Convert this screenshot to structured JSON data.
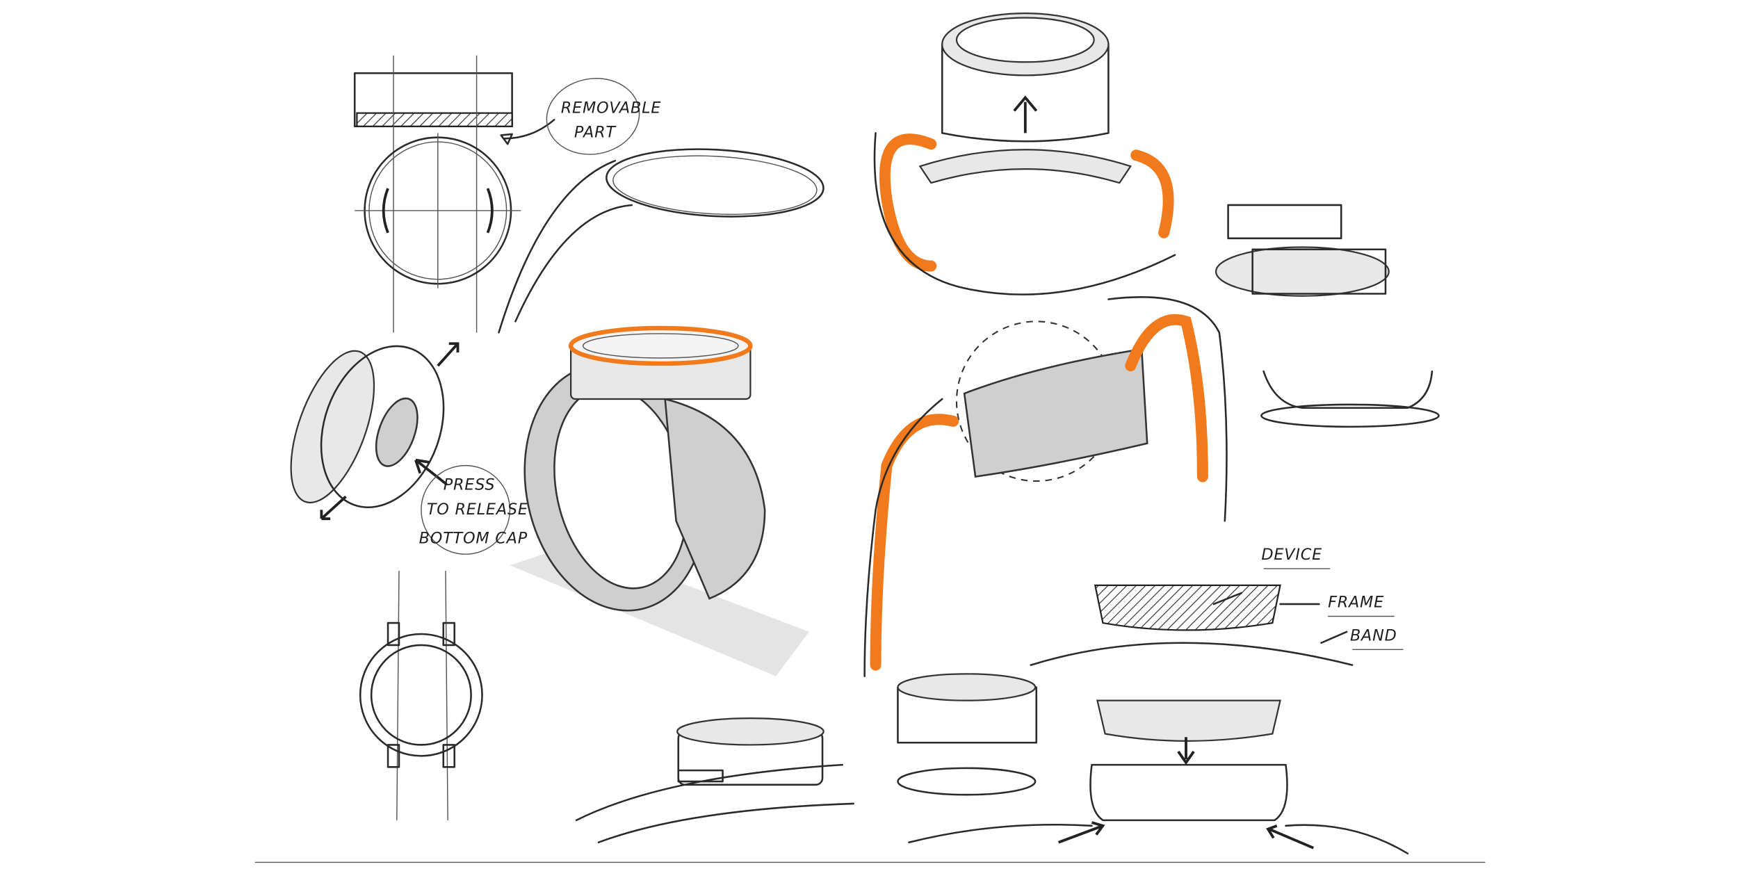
{
  "annotations": {
    "removable_part": [
      "REMOVABLE",
      "PART"
    ],
    "press_release": [
      "PRESS",
      "TO RELEASE",
      "BOTTOM CAP"
    ],
    "device": "DEVICE",
    "frame": "FRAME",
    "band": "BAND"
  },
  "colors": {
    "ink": "#2a2a2a",
    "accent_orange": "#f07a1c",
    "marker_gray": "#cfcfcf",
    "paper": "#ffffff"
  }
}
